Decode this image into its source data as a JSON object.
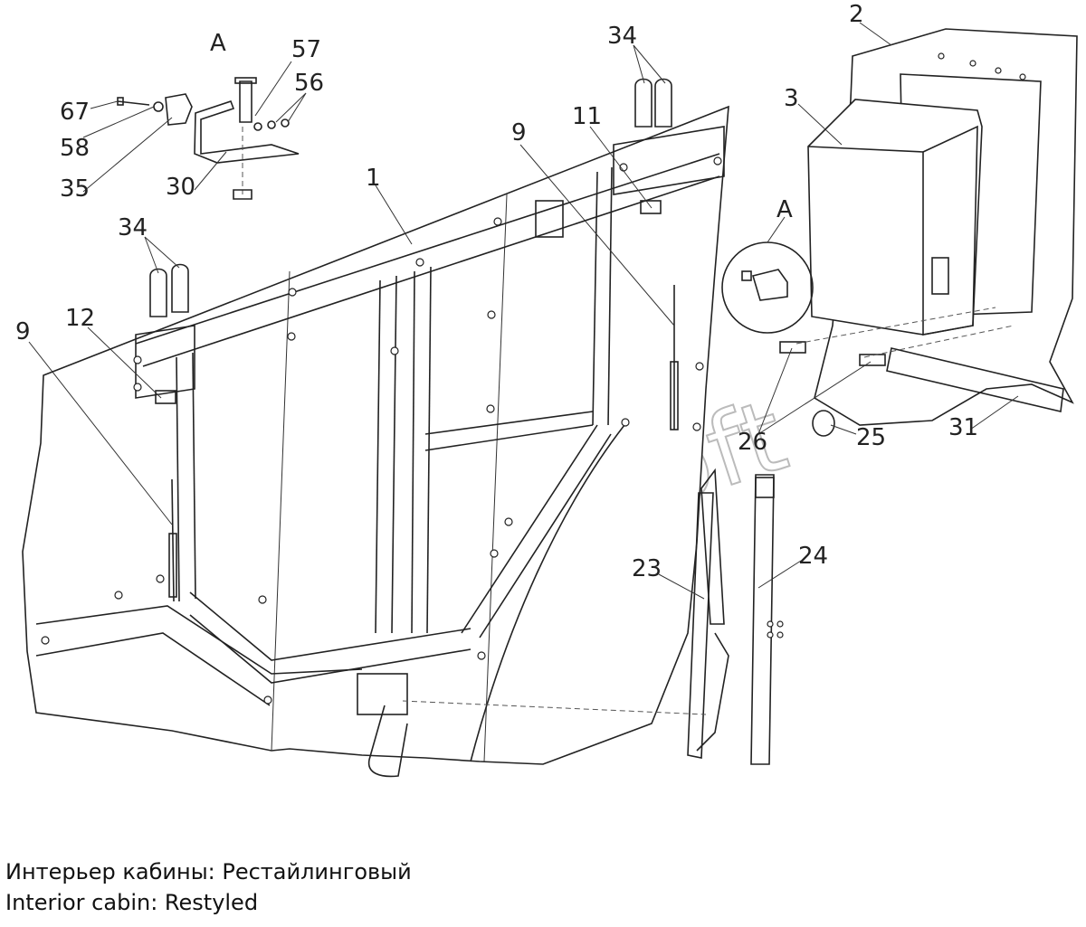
{
  "view_label": "A",
  "callouts": {
    "c67": "67",
    "c58": "58",
    "c35": "35",
    "c30": "30",
    "c57": "57",
    "c56": "56",
    "c34a": "34",
    "c34b": "34",
    "c1": "1",
    "c9a": "9",
    "c9b": "9",
    "c11": "11",
    "c12": "12",
    "c2": "2",
    "c3": "3",
    "cA2": "A",
    "c26": "26",
    "c25": "25",
    "c31": "31",
    "c23": "23",
    "c24": "24"
  },
  "watermark": "AutoSoft",
  "caption": {
    "ru": "Интерьер кабины: Рестайлинговый",
    "en": "Interior cabin: Restyled"
  },
  "colors": {
    "line": "#222222",
    "watermark": "#bbbbbb",
    "background": "#ffffff"
  }
}
